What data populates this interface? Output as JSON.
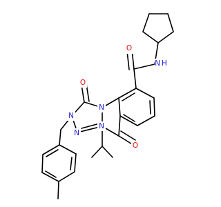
{
  "molecule": {
    "colors": {
      "bond": "#000000",
      "nitrogen": "#1e1ed6",
      "oxygen": "#e01010",
      "background": "#ffffff"
    },
    "atoms": [
      {
        "id": "amide_n",
        "element": "N",
        "label": "N"
      },
      {
        "id": "amide_h",
        "element": "H",
        "label": "H"
      },
      {
        "id": "amide_o",
        "element": "O",
        "label": "O"
      },
      {
        "id": "c1_o",
        "element": "O",
        "label": "O"
      },
      {
        "id": "n1",
        "element": "N",
        "label": "N"
      },
      {
        "id": "n2",
        "element": "N",
        "label": "N"
      },
      {
        "id": "n3",
        "element": "N",
        "label": "N"
      },
      {
        "id": "n4",
        "element": "N",
        "label": "N"
      },
      {
        "id": "c5_o",
        "element": "O",
        "label": "O"
      }
    ]
  }
}
